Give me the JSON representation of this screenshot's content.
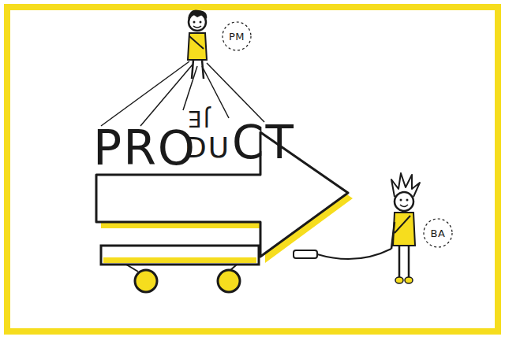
{
  "diagram": {
    "nodes": [
      {
        "text": [
          "PM"
        ]
      },
      {
        "text": [
          "BA"
        ]
      }
    ],
    "labels": [
      "PRO",
      "JE",
      "DU",
      "CT"
    ]
  }
}
